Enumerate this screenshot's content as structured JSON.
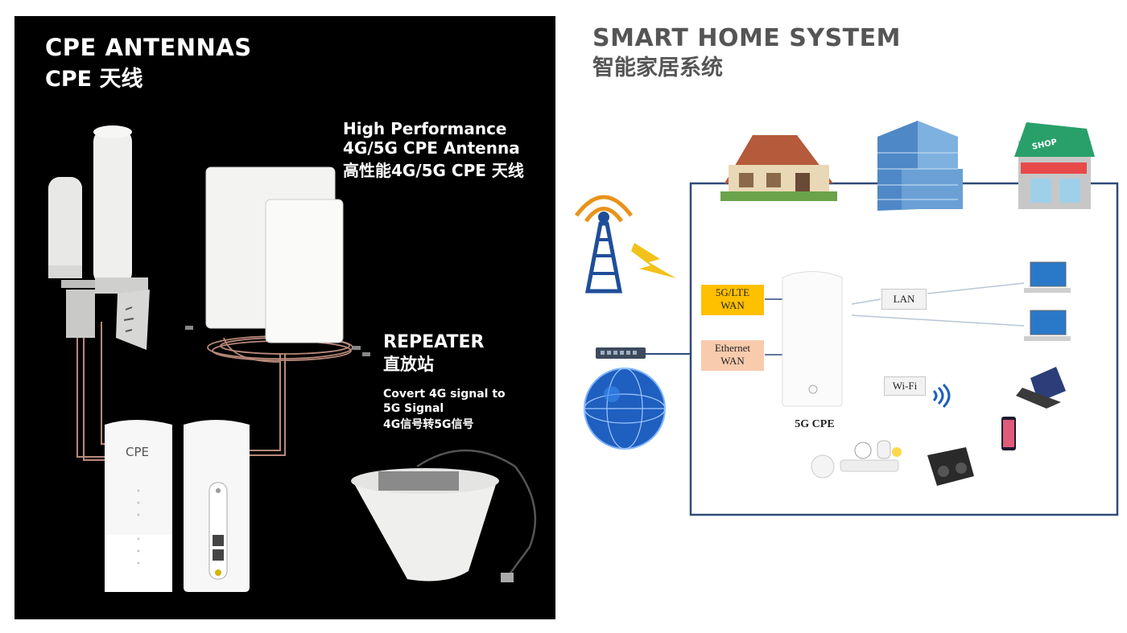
{
  "left": {
    "title_en": "CPE ANTENNAS",
    "title_cn": "CPE 天线",
    "high_perf": [
      "High Performance",
      "4G/5G CPE Antenna",
      "高性能4G/5G CPE 天线"
    ],
    "repeater_en": "REPEATER",
    "repeater_cn": "直放站",
    "convert": [
      "Covert 4G signal to",
      "5G Signal",
      "4G信号转5G信号"
    ],
    "device_label": "CPE"
  },
  "right": {
    "title_en": "SMART HOME SYSTEM",
    "title_cn": "智能家居系统",
    "wan_5g": [
      "5G/LTE",
      "WAN"
    ],
    "wan_eth": [
      "Ethernet",
      "WAN"
    ],
    "lan": "LAN",
    "wifi": "Wi-Fi",
    "cpe": "5G CPE",
    "shop_sign": "SHOP"
  },
  "colors": {
    "panel_bg": "#000000",
    "frame_line": "#2f4a7a",
    "wan_5g_bg": "#ffc000",
    "wan_eth_bg": "#f8cbad",
    "tower_blue": "#1f4e99",
    "tower_orange": "#e8931a",
    "cable_copper": "#b8897a"
  }
}
